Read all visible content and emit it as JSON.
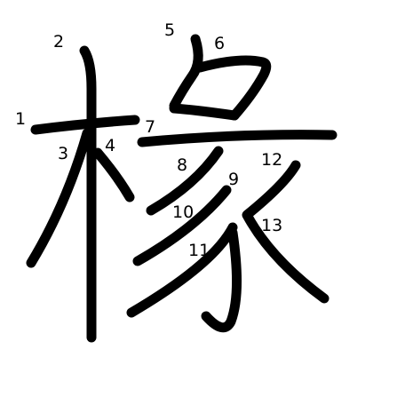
{
  "character": "橼",
  "colors": {
    "stroke": "#000000",
    "label": "#000000",
    "background": "#ffffff"
  },
  "strokes": [
    {
      "number": "1"
    },
    {
      "number": "2"
    },
    {
      "number": "3"
    },
    {
      "number": "4"
    },
    {
      "number": "5"
    },
    {
      "number": "6"
    },
    {
      "number": "7"
    },
    {
      "number": "8"
    },
    {
      "number": "9"
    },
    {
      "number": "10"
    },
    {
      "number": "11"
    },
    {
      "number": "12"
    },
    {
      "number": "13"
    }
  ]
}
